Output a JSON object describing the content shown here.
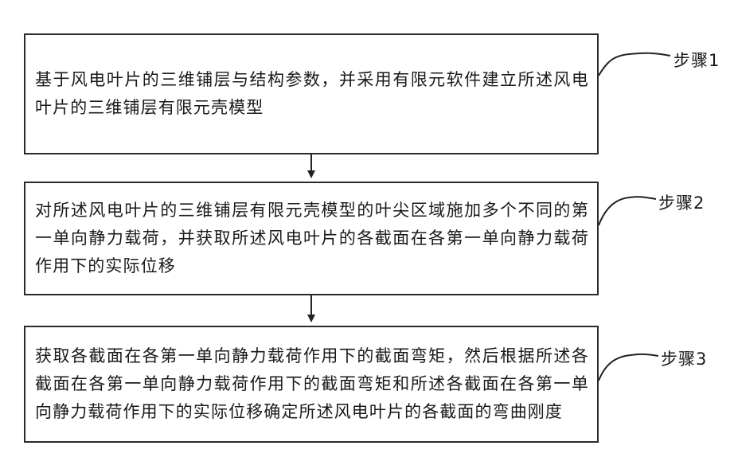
{
  "steps": [
    {
      "text": "基于风电叶片的三维铺层与结构参数，并采用有限元软件建立所述风电叶片的三维铺层有限元壳模型",
      "label": "步骤1"
    },
    {
      "text": "对所述风电叶片的三维铺层有限元壳模型的叶尖区域施加多个不同的第一单向静力载荷，并获取所述风电叶片的各截面在各第一单向静力载荷作用下的实际位移",
      "label": "步骤2"
    },
    {
      "text": "获取各截面在各第一单向静力载荷作用下的截面弯矩，然后根据所述各截面在各第一单向静力载荷作用下的截面弯矩和所述各截面在各第一单向静力载荷作用下的实际位移确定所述风电叶片的各截面的弯曲刚度",
      "label": "步骤3"
    }
  ]
}
